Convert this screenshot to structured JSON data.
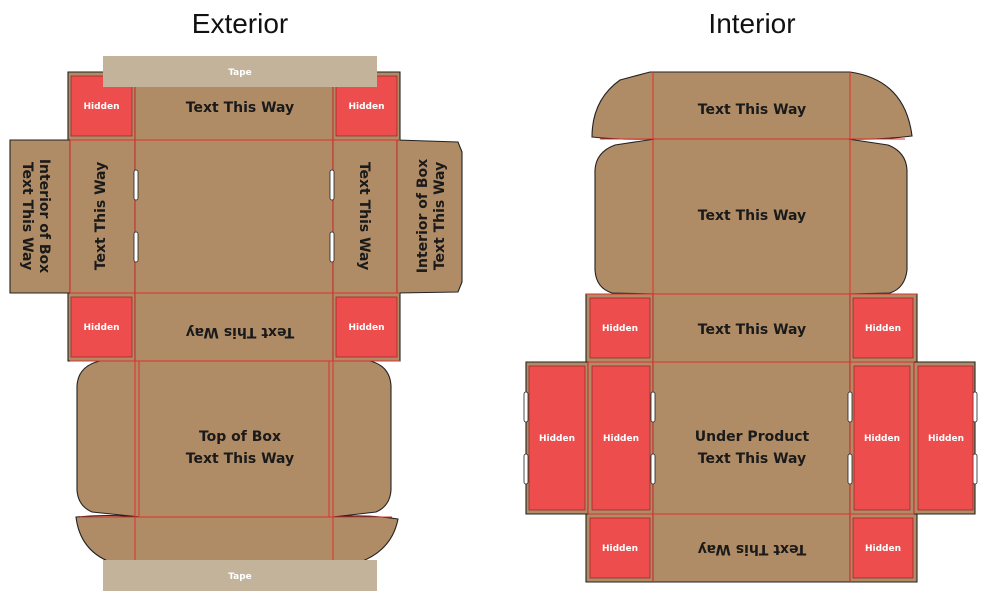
{
  "headings": {
    "exterior": "Exterior",
    "interior": "Interior"
  },
  "labels": {
    "text_this_way": "Text This Way",
    "interior_of_box": "Interior of Box",
    "top_of_box": "Top of Box",
    "under_product": "Under Product",
    "hidden": "Hidden",
    "tape": "Tape"
  },
  "colors": {
    "cardboard": "#af8c66",
    "hidden_zone": "#ee4d4d",
    "fold_line": "#e0302f",
    "tape": "#c3b39a",
    "outline": "#222222"
  }
}
